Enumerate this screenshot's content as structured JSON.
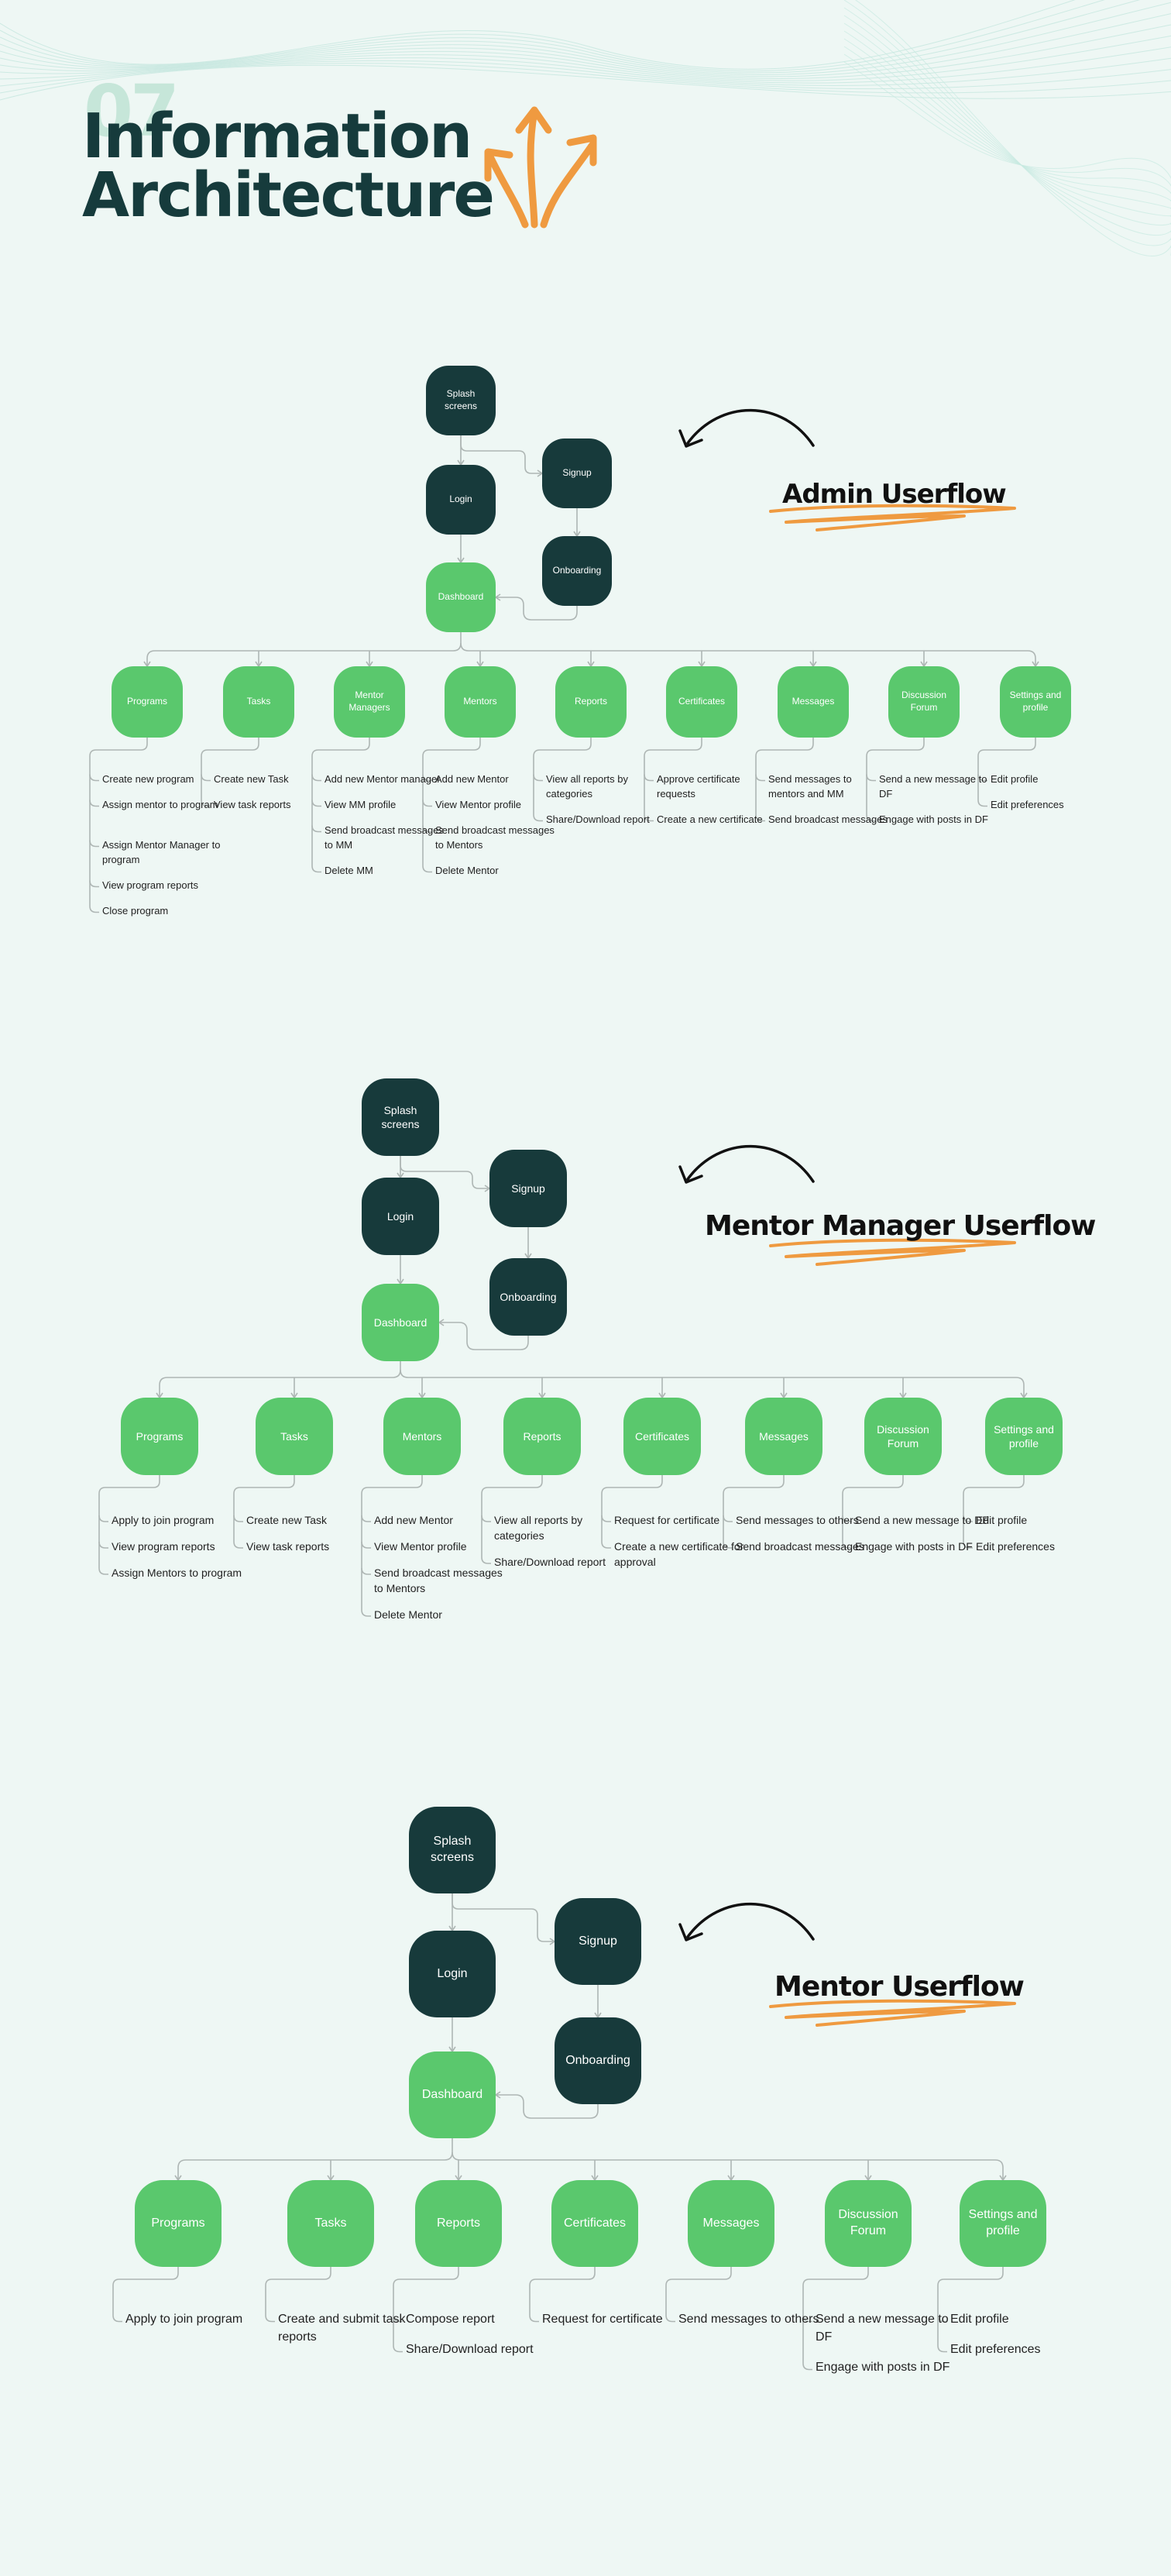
{
  "header": {
    "section_number": "07",
    "title_line1": "Information",
    "title_line2": "Architecture"
  },
  "colors": {
    "background": "#eef7f4",
    "dark_node": "#173a3b",
    "green_node": "#5ac86d",
    "title": "#163b3c",
    "accent_orange": "#ef9a40",
    "connector": "#aeb6b4"
  },
  "icons": [
    "arrows-up-icon",
    "curved-arrow-icon",
    "scribble-underline-icon"
  ],
  "flows": [
    {
      "title": "Admin Userflow",
      "top_nodes": {
        "splash": "Splash screens",
        "login": "Login",
        "signup": "Signup",
        "onboarding": "Onboarding",
        "dashboard": "Dashboard"
      },
      "categories": [
        {
          "label": "Programs",
          "items": [
            "Create new program",
            "Assign mentor to program",
            "Assign Mentor Manager to program",
            "View program reports",
            "Close program"
          ]
        },
        {
          "label": "Tasks",
          "items": [
            "Create new Task",
            "View task reports"
          ]
        },
        {
          "label": "Mentor Managers",
          "items": [
            "Add new Mentor manager",
            "View MM profile",
            "Send broadcast messages to MM",
            "Delete MM"
          ]
        },
        {
          "label": "Mentors",
          "items": [
            "Add new Mentor",
            "View Mentor profile",
            "Send broadcast messages to Mentors",
            "Delete Mentor"
          ]
        },
        {
          "label": "Reports",
          "items": [
            "View all reports by categories",
            "Share/Download report"
          ]
        },
        {
          "label": "Certificates",
          "items": [
            "Approve certificate requests",
            "Create a new certificate"
          ]
        },
        {
          "label": "Messages",
          "items": [
            "Send messages to mentors and MM",
            "Send broadcast messages"
          ]
        },
        {
          "label": "Discussion Forum",
          "items": [
            "Send a new message to DF",
            "Engage with posts in DF"
          ]
        },
        {
          "label": "Settings and profile",
          "items": [
            "Edit profile",
            "Edit preferences"
          ]
        }
      ]
    },
    {
      "title": "Mentor Manager Userflow",
      "top_nodes": {
        "splash": "Splash screens",
        "login": "Login",
        "signup": "Signup",
        "onboarding": "Onboarding",
        "dashboard": "Dashboard"
      },
      "categories": [
        {
          "label": "Programs",
          "items": [
            "Apply to join program",
            "View program reports",
            "Assign Mentors to program"
          ]
        },
        {
          "label": "Tasks",
          "items": [
            "Create new Task",
            "View task reports"
          ]
        },
        {
          "label": "Mentors",
          "items": [
            "Add new Mentor",
            "View Mentor profile",
            "Send broadcast messages to Mentors",
            "Delete Mentor"
          ]
        },
        {
          "label": "Reports",
          "items": [
            "View all reports by categories",
            "Share/Download report"
          ]
        },
        {
          "label": "Certificates",
          "items": [
            "Request for certificate",
            "Create a new certificate for approval"
          ]
        },
        {
          "label": "Messages",
          "items": [
            "Send messages to others",
            "Send broadcast messages"
          ]
        },
        {
          "label": "Discussion Forum",
          "items": [
            "Send a new message to DF",
            "Engage with posts in DF"
          ]
        },
        {
          "label": "Settings and profile",
          "items": [
            "Edit profile",
            "Edit preferences"
          ]
        }
      ]
    },
    {
      "title": "Mentor Userflow",
      "top_nodes": {
        "splash": "Splash screens",
        "login": "Login",
        "signup": "Signup",
        "onboarding": "Onboarding",
        "dashboard": "Dashboard"
      },
      "categories": [
        {
          "label": "Programs",
          "items": [
            "Apply to join program"
          ]
        },
        {
          "label": "Tasks",
          "items": [
            "Create and submit task reports"
          ]
        },
        {
          "label": "Reports",
          "items": [
            "Compose report",
            "Share/Download report"
          ]
        },
        {
          "label": "Certificates",
          "items": [
            "Request for certificate"
          ]
        },
        {
          "label": "Messages",
          "items": [
            "Send messages to others"
          ]
        },
        {
          "label": "Discussion Forum",
          "items": [
            "Send a new message to DF",
            "Engage with posts in DF"
          ]
        },
        {
          "label": "Settings and profile",
          "items": [
            "Edit profile",
            "Edit preferences"
          ]
        }
      ]
    }
  ]
}
